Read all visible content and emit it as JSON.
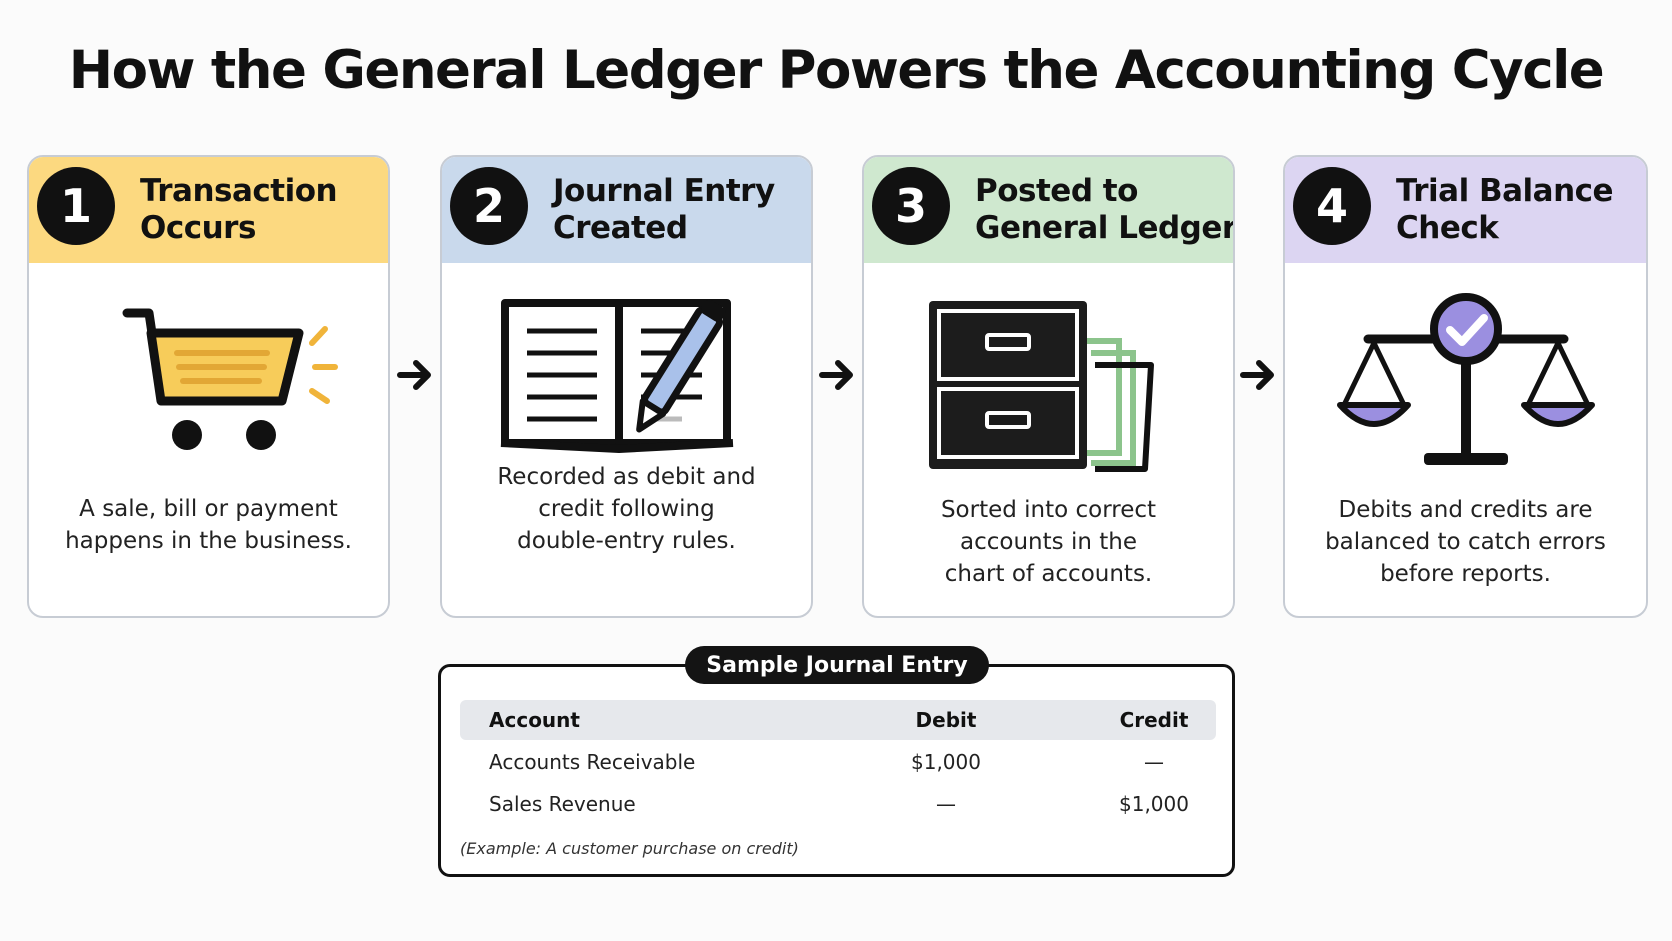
{
  "title": "How the General Ledger Powers the Accounting Cycle",
  "colors": {
    "step1": "#fcd980",
    "step2": "#c9d9ec",
    "step3": "#cfe8cf",
    "step4": "#dcd5f2",
    "accent_yellow": "#f7cc5a",
    "accent_blue": "#a9c1ea",
    "accent_green": "#8cc48c",
    "accent_purple": "#9b8fe0"
  },
  "steps": [
    {
      "number": "1",
      "title_lines": [
        "Transaction",
        "Occurs"
      ],
      "icon": "shopping-cart-icon",
      "desc_lines": [
        "A sale, bill or payment",
        "happens in the business."
      ]
    },
    {
      "number": "2",
      "title_lines": [
        "Journal Entry",
        "Created"
      ],
      "icon": "journal-pen-icon",
      "desc_lines": [
        "Recorded as debit and",
        "credit following",
        "double-entry rules."
      ]
    },
    {
      "number": "3",
      "title_lines": [
        "Posted to",
        "General Ledger"
      ],
      "icon": "filing-cabinet-icon",
      "desc_lines": [
        "Sorted into correct",
        "accounts in the",
        "chart of accounts."
      ]
    },
    {
      "number": "4",
      "title_lines": [
        "Trial Balance",
        "Check"
      ],
      "icon": "balance-scale-icon",
      "desc_lines": [
        "Debits and credits are",
        "balanced to catch errors",
        "before reports."
      ]
    }
  ],
  "journal_entry": {
    "label": "Sample Journal Entry",
    "columns": [
      "Account",
      "Debit",
      "Credit"
    ],
    "rows": [
      [
        "Accounts Receivable",
        "$1,000",
        "—"
      ],
      [
        "Sales Revenue",
        "—",
        "$1,000"
      ]
    ],
    "note": "(Example: A customer purchase on credit)"
  }
}
